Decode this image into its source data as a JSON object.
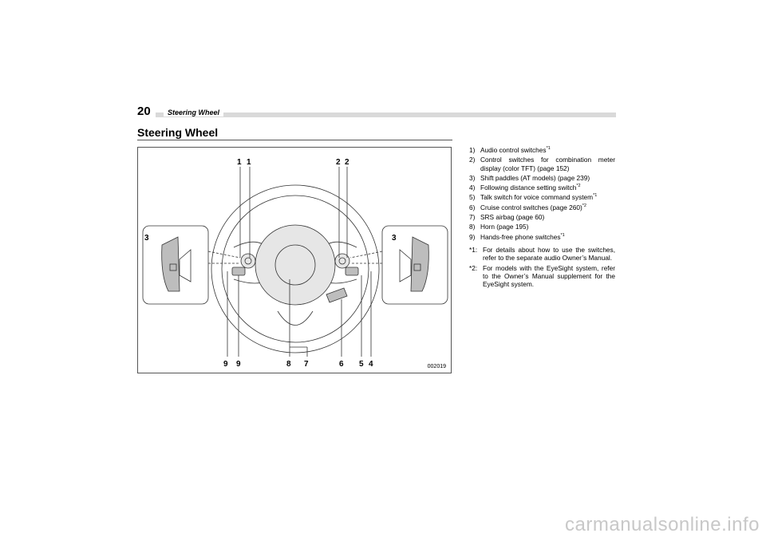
{
  "header": {
    "page_number": "20",
    "running_title": "Steering Wheel"
  },
  "section": {
    "title": "Steering Wheel"
  },
  "figure": {
    "callouts": {
      "top_left_1a": "1",
      "top_left_1b": "1",
      "top_right_2a": "2",
      "top_right_2b": "2",
      "left_3": "3",
      "right_3": "3",
      "bottom_9a": "9",
      "bottom_9b": "9",
      "bottom_8": "8",
      "bottom_7": "7",
      "bottom_6": "6",
      "bottom_5": "5",
      "bottom_4": "4"
    },
    "code": "002019"
  },
  "items": [
    {
      "num": "1)",
      "text": "Audio control switches",
      "sup": "*1"
    },
    {
      "num": "2)",
      "text": "Control switches for combination meter display (color TFT) (page 152)",
      "sup": ""
    },
    {
      "num": "3)",
      "text": "Shift paddles (AT models) (page 239)",
      "sup": ""
    },
    {
      "num": "4)",
      "text": "Following distance setting switch",
      "sup": "*2"
    },
    {
      "num": "5)",
      "text": "Talk switch for voice command system",
      "sup": "*1"
    },
    {
      "num": "6)",
      "text": "Cruise control switches (page 260)",
      "sup": "*2"
    },
    {
      "num": "7)",
      "text": "SRS airbag (page 60)",
      "sup": ""
    },
    {
      "num": "8)",
      "text": "Horn (page 195)",
      "sup": ""
    },
    {
      "num": "9)",
      "text": "Hands-free phone switches",
      "sup": "*1"
    }
  ],
  "notes": [
    {
      "mark": "*1:",
      "text": "For details about how to use the switches, refer to the separate audio Owner’s Manual."
    },
    {
      "mark": "*2:",
      "text": "For models with the EyeSight system, refer to the Owner’s Manual supplement for the EyeSight system."
    }
  ],
  "watermark": "carmanualsonline.info",
  "colors": {
    "line": "#333333",
    "fill_light": "#e6e6e6",
    "fill_mid": "#bdbdbd",
    "header_bar": "#d9d9d9"
  }
}
